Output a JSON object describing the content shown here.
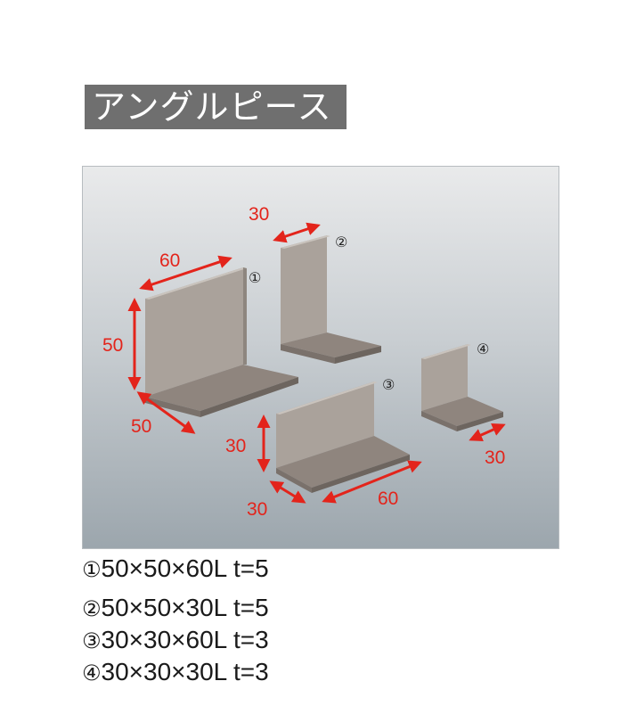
{
  "title": "アングルピース",
  "figure": {
    "piece1": {
      "marker": "①",
      "dims": [
        "60",
        "50",
        "50"
      ]
    },
    "piece2": {
      "marker": "②",
      "dims": [
        "30"
      ]
    },
    "piece3": {
      "marker": "③",
      "dims": [
        "30",
        "30",
        "60"
      ]
    },
    "piece4": {
      "marker": "④",
      "dims": [
        "30"
      ]
    },
    "colors": {
      "dimension": "#e3241b",
      "piece_upright": "#ada49d",
      "piece_base": "#8f857e"
    }
  },
  "specs": [
    {
      "marker": "①",
      "text": "50×50×60L t=5"
    },
    {
      "marker": "②",
      "text": "50×50×30L t=5"
    },
    {
      "marker": "③",
      "text": "30×30×60L t=3"
    },
    {
      "marker": "④",
      "text": "30×30×30L t=3"
    }
  ]
}
